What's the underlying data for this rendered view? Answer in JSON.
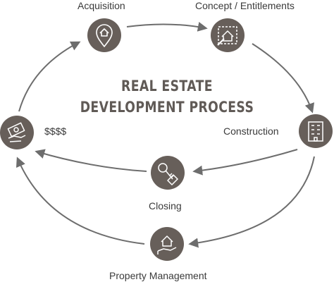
{
  "title_line1": "REAL ESTATE",
  "title_line2": "DEVELOPMENT PROCESS",
  "stages": {
    "acquisition": {
      "label": "Acquisition",
      "icon": "location-pin-house-icon"
    },
    "concept": {
      "label": "Concept / Entitlements",
      "icon": "blueprint-house-icon"
    },
    "construction": {
      "label": "Construction",
      "icon": "building-icon"
    },
    "closing": {
      "label": "Closing",
      "icon": "house-key-tag-icon"
    },
    "property_management": {
      "label": "Property Management",
      "icon": "hand-holding-house-icon"
    },
    "money": {
      "label": "$$$$",
      "icon": "money-hand-icon"
    }
  },
  "colors": {
    "node": "#675f5a",
    "arrow": "#6d6d6d",
    "icon_line": "#ffffff"
  }
}
